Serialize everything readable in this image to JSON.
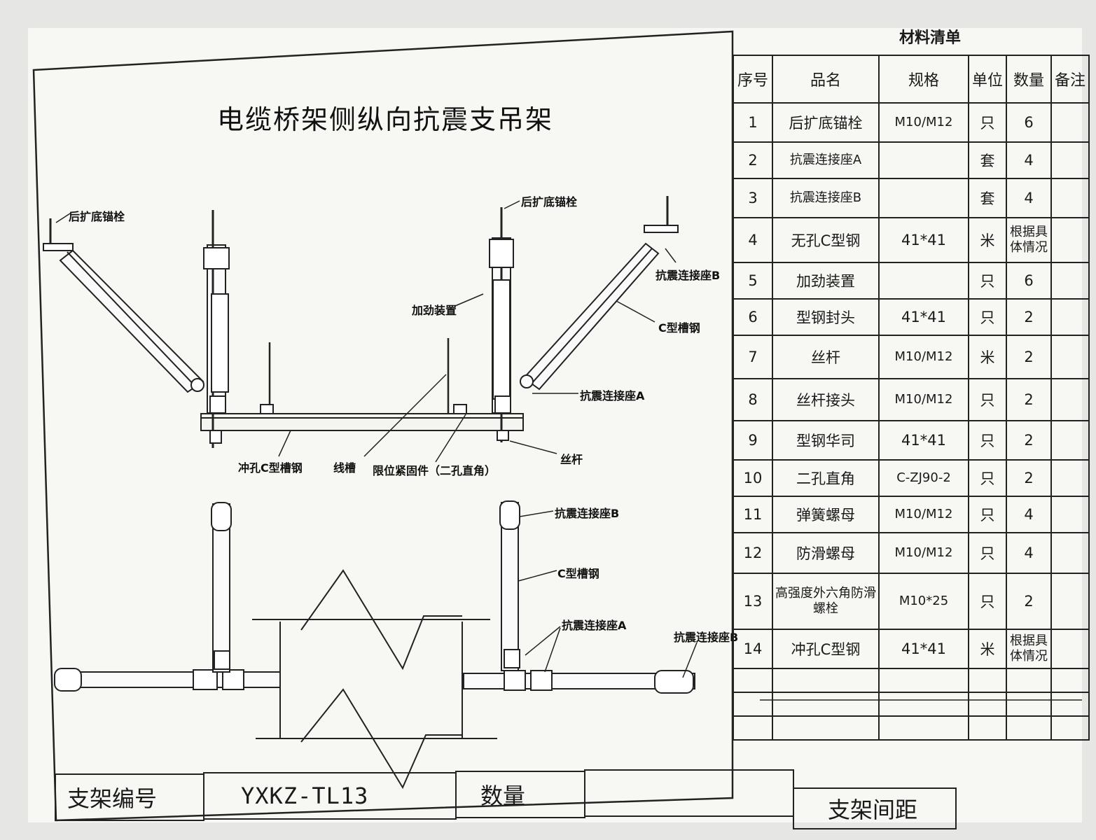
{
  "title": "电缆桥架侧纵向抗震支吊架",
  "materials": {
    "heading": "材料清单",
    "columns": [
      "序号",
      "品名",
      "规格",
      "单位",
      "数量",
      "备注"
    ],
    "rows": [
      [
        "1",
        "后扩底锚栓",
        "M10/M12",
        "只",
        "6",
        ""
      ],
      [
        "2",
        "抗震连接座A",
        "",
        "套",
        "4",
        ""
      ],
      [
        "3",
        "抗震连接座B",
        "",
        "套",
        "4",
        ""
      ],
      [
        "4",
        "无孔C型钢",
        "41*41",
        "米",
        "根据具体情况",
        ""
      ],
      [
        "5",
        "加劲装置",
        "",
        "只",
        "6",
        ""
      ],
      [
        "6",
        "型钢封头",
        "41*41",
        "只",
        "2",
        ""
      ],
      [
        "7",
        "丝杆",
        "M10/M12",
        "米",
        "2",
        ""
      ],
      [
        "8",
        "丝杆接头",
        "M10/M12",
        "只",
        "2",
        ""
      ],
      [
        "9",
        "型钢华司",
        "41*41",
        "只",
        "2",
        ""
      ],
      [
        "10",
        "二孔直角",
        "C-ZJ90-2",
        "只",
        "2",
        ""
      ],
      [
        "11",
        "弹簧螺母",
        "M10/M12",
        "只",
        "4",
        ""
      ],
      [
        "12",
        "防滑螺母",
        "M10/M12",
        "只",
        "4",
        ""
      ],
      [
        "13",
        "高强度外六角防滑螺栓",
        "M10*25",
        "只",
        "2",
        ""
      ],
      [
        "14",
        "冲孔C型钢",
        "41*41",
        "米",
        "根据具体情况",
        ""
      ]
    ]
  },
  "labels": {
    "anchor_left": "后扩底锚栓",
    "anchor_right": "后扩底锚栓",
    "stiffener": "加劲装置",
    "seat_b_top": "抗震连接座B",
    "c_channel_top": "C型槽钢",
    "seat_a_top": "抗震连接座A",
    "rod": "丝杆",
    "punched_channel": "冲孔C型槽钢",
    "trunking": "线槽",
    "limit_fastener": "限位紧固件（二孔直角）",
    "seat_b_plan": "抗震连接座B",
    "c_channel_plan": "C型槽钢",
    "seat_a_plan": "抗震连接座A",
    "seat_b_plan_right": "抗震连接座B"
  },
  "titleblock": {
    "code_label": "支架编号",
    "code_value": "YXKZ-TL13",
    "qty_label": "数量",
    "qty_value": "",
    "spacing_label": "支架间距"
  }
}
